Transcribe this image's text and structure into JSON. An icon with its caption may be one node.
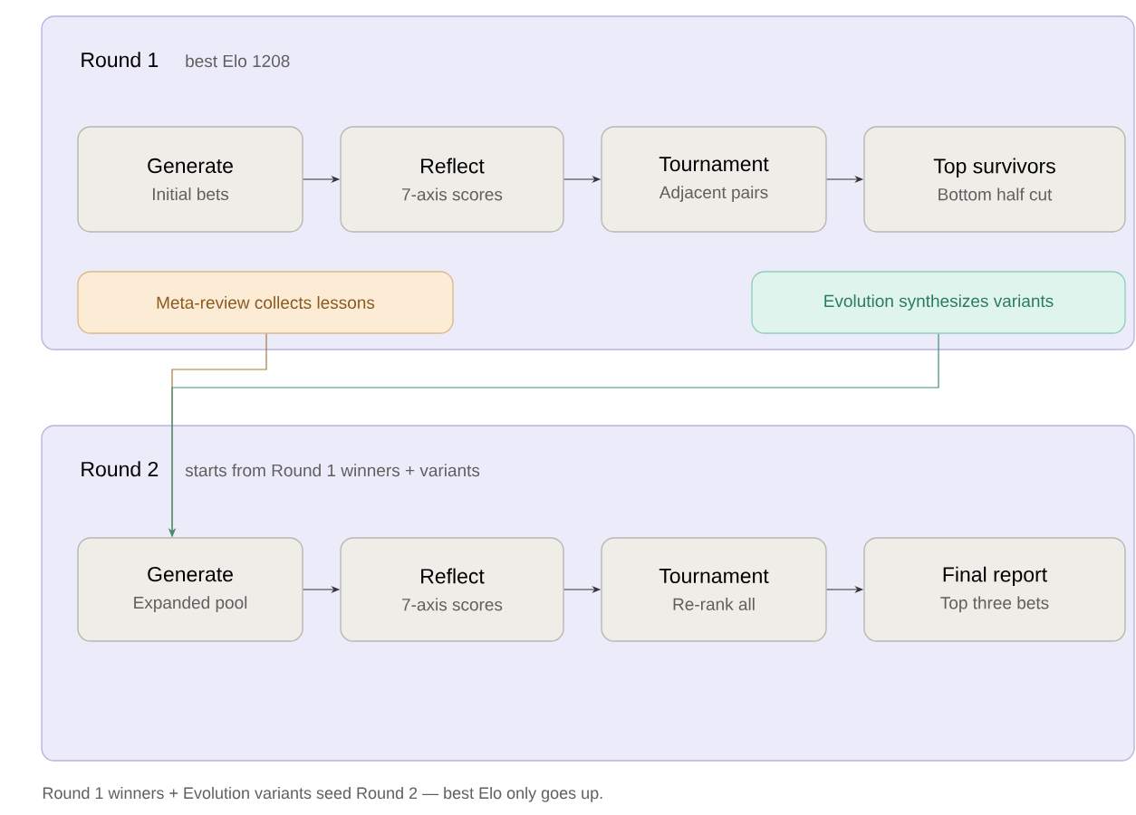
{
  "diagram": {
    "caption": "Round 1 winners + Evolution variants seed Round 2 — best Elo only goes up.",
    "nodes": [
      {
        "text": [
          "Round 1",
          "best Elo 1208"
        ]
      },
      {
        "text": [
          "Generate",
          "Initial bets"
        ],
        "in": 0
      },
      {
        "text": [
          "Reflect",
          "7-axis scores"
        ],
        "in": 0
      },
      {
        "text": [
          "Tournament",
          "Adjacent pairs"
        ],
        "in": 0
      },
      {
        "text": [
          "Top survivors",
          "Bottom half cut"
        ],
        "in": 0
      },
      {
        "text": [
          "Meta-review collects lessons"
        ],
        "in": 0
      },
      {
        "text": [
          "Evolution synthesizes variants"
        ],
        "in": 0
      },
      {
        "text": [
          "Round 2",
          "starts from Round 1 winners + variants"
        ]
      },
      {
        "text": [
          "Generate",
          "Expanded pool"
        ],
        "in": 7
      },
      {
        "text": [
          "Reflect",
          "7-axis scores"
        ],
        "in": 7
      },
      {
        "text": [
          "Tournament",
          "Re-rank all"
        ],
        "in": 7
      },
      {
        "text": [
          "Final report",
          "Top three bets"
        ],
        "in": 7
      }
    ],
    "edges": [
      {
        "from": 1,
        "to": 2,
        "arrow": "to"
      },
      {
        "from": 2,
        "to": 3,
        "arrow": "to"
      },
      {
        "from": 3,
        "to": 4,
        "arrow": "to"
      },
      {
        "from": 5,
        "to": 8,
        "arrow": "to",
        "color": "#a87a3e"
      },
      {
        "from": 6,
        "to": 8,
        "arrow": "to",
        "color": "#3f8f78"
      },
      {
        "from": 8,
        "to": 9,
        "arrow": "to"
      },
      {
        "from": 9,
        "to": 10,
        "arrow": "to"
      },
      {
        "from": 10,
        "to": 11,
        "arrow": "to"
      }
    ]
  }
}
